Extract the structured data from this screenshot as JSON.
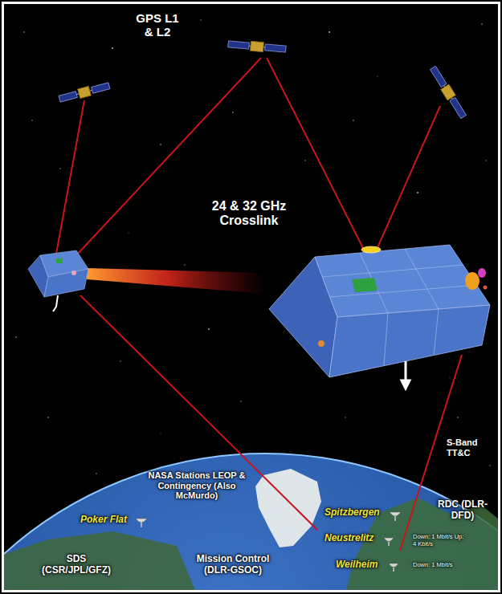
{
  "diagram": {
    "labels": [
      "GPS L1 & L2",
      "24 & 32 GHz Crosslink",
      "S-Band TT&C",
      "NASA Stations LEOP & Contingency (Also McMurdo)",
      "Poker Flat",
      "Spitzbergen",
      "RDC (DLR-DFD)",
      "Neustrelitz",
      "Down: 1 Mbit/s Up: 4 Kbit/s",
      "SDS (CSR/JPL/GFZ)",
      "Mission Control (DLR-GSOC)",
      "Weilheim",
      "Down: 1 Mbit/s"
    ]
  }
}
